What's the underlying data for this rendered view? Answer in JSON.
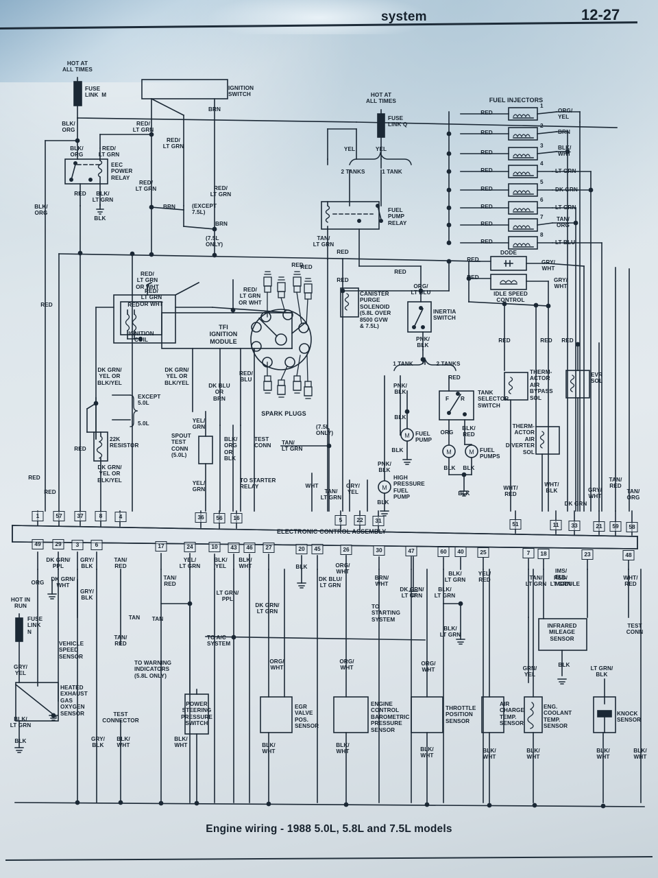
{
  "header": {
    "title": "system",
    "page": "12-27"
  },
  "caption": "Engine wiring - 1988 5.0L, 5.8L and 7.5L models",
  "power": {
    "hot_all_times_1": "HOT AT\nALL TIMES",
    "fuse_link_m": "FUSE\nLINK  M",
    "hot_all_times_2": "HOT AT\nALL TIMES",
    "fuse_link_q": "FUSE\nLINK Q",
    "hot_in_run": "HOT IN\nRUN",
    "fuse_link_n": "FUSE\nLINK\nN"
  },
  "components": {
    "ignition_switch": "IGNITION\nSWITCH",
    "eec_power_relay": "EEC\nPOWER\nRELAY",
    "fuel_pump_relay": "FUEL\nPUMP\nRELAY",
    "fuel_injectors": "FUEL INJECTORS",
    "diode": "DODE",
    "idle_speed_control": "IDLE SPEED\nCONTROL",
    "canister_purge": "CANISTER\nPURGE\nSOLENOID\n(5.8L OVER\n8500 GVW\n& 7.5L)",
    "inertia_switch": "INERTIA\nSWITCH",
    "ignition_coil": "IGNITION\nCOIL",
    "tfi_module": "TFI\nIGNITION\nMODULE",
    "spark_plugs": "SPARK PLUGS",
    "resistor_22k": "22K\nRESISTOR",
    "spout_test_conn": "SPOUT\nTEST\nCONN\n(5.0L)",
    "tank_selector": "TANK\nSELECTOR\nSWITCH",
    "tank_sel_f": "F",
    "tank_sel_r": "R",
    "fuel_pump": "FUEL\nPUMP",
    "fuel_pumps": "FUEL\nPUMPS",
    "hi_press_pump": "HIGH\nPRESSURE\nFUEL\nPUMP",
    "therm_bypass": "THERM-\nACTOR\nAIR\nBYPASS\nSOL",
    "therm_diverter": "THERM-\nACTOR\nAIR\nDIVERTER\nSOL",
    "evr_sol": "EVR\nSOL",
    "eca": "ELECTRONIC CONTROL ASSEMBLY",
    "ims_eul": "IMS/\nEUL\nMODULE",
    "infrared_mileage": "INFRARED\nMILEAGE\nSENSOR",
    "heated_o2": "HEATED\nEXHAUST\nGAS\nOXYGEN\nSENSOR",
    "vehicle_speed": "VEHICLE\nSPEED\nSENSOR",
    "test_connector": "TEST\nCONNECTOR",
    "power_steering": "POWER\nSTEERING\nPRESSURE\nSWITCH",
    "egr_valve": "EGR\nVALVE\nPOS.\nSENSOR",
    "baro_sensor": "ENGINE\nCONTROL\nBAROMETRIC\nPRESSURE\nSENSOR",
    "tps": "THROTTLE\nPOSITION\nSENSOR",
    "air_charge": "AIR\nCHARGE\nTEMP.\nSENSOR",
    "coolant_temp": "ENG.\nCOOLANT\nTEMP.\nSENSOR",
    "knock_sensor": "KNOCK\nSENSOR",
    "test_conn_right": "TEST\nCONN"
  },
  "notes": {
    "two_tanks_top": "2 TANKS",
    "one_tank_top": "1 TANK",
    "one_tank_mid": "1 TANK",
    "two_tanks_mid": "2 TANKS",
    "except_75": "(EXCEPT\n7.5L)",
    "only_75": "(7.5L\nONLY)",
    "only_75b": "(7.5L\nONLY)",
    "except_50": "EXCEPT\n5.0L",
    "only_50": "5.0L",
    "to_starter_relay": "TO STARTER\nRELAY",
    "to_starting_system": "TO\nSTARTING\nSYSTEM",
    "to_warning": "TO WARNING\nINDICATORS\n(5.8L ONLY)",
    "to_ac_system": "TO A/C\nSYSTEM",
    "test_conn_mid": "TEST\nCONN"
  },
  "injectors": [
    {
      "n": "1",
      "in": "RED",
      "out": "ORG/\nYEL"
    },
    {
      "n": "2",
      "in": "RED",
      "out": "BRN"
    },
    {
      "n": "3",
      "in": "RED",
      "out": "BLK/\nWHT"
    },
    {
      "n": "4",
      "in": "RED",
      "out": "LT GRN"
    },
    {
      "n": "5",
      "in": "RED",
      "out": "DK GRN"
    },
    {
      "n": "6",
      "in": "RED",
      "out": "LT GRN"
    },
    {
      "n": "7",
      "in": "RED",
      "out": "TAN/\nORG"
    },
    {
      "n": "8",
      "in": "RED",
      "out": "LT BLU"
    }
  ],
  "eca_pins_top": [
    "1",
    "57",
    "37",
    "8",
    "4",
    "36",
    "56",
    "16",
    "5",
    "22",
    "31",
    "51",
    "11",
    "33",
    "21",
    "59",
    "58"
  ],
  "eca_pins_bottom": [
    "49",
    "29",
    "3",
    "6",
    "17",
    "24",
    "10",
    "43",
    "46",
    "27",
    "20",
    "45",
    "26",
    "30",
    "47",
    "60",
    "40",
    "25",
    "7",
    "18",
    "23",
    "48"
  ],
  "wires": {
    "blk_org_a": "BLK/\nORG",
    "blk_org_b": "BLK/\nORG",
    "blk_org_c": "BLK/\nORG",
    "red_ltgrn_a": "RED/\nLT GRN",
    "red_ltgrn_b": "RED/\nLT GRN",
    "red_ltgrn_c": "RED/\nLT GRN",
    "red_ltgrn_d": "RED/\nLT GRN",
    "red_ltgrn_e": "RED/\nLT GRN",
    "red_ltgrn_f": "RED/\nLT GRN",
    "brn_sw": "BRN",
    "brn_a": "BRN",
    "brn_b": "BRN",
    "red_relay": "RED",
    "blk_ltgrn": "BLK/\nLT GRN",
    "blk_gnd": "BLK",
    "yel_a": "YEL",
    "yel_b": "YEL",
    "red_ltgrn_wht_a": "RED/\nLT GRN\nOR WHT",
    "red_ltgrn_wht_b": "RED/\nLT GRN\nOR WHT",
    "red_ltgrn_wht_c": "RED/\nLT GRN\nOR WHT",
    "tan_ltgrn_a": "TAN/\nLT GRN",
    "red_l1": "RED",
    "red_l2": "RED",
    "red_l3": "RED",
    "red_l4": "RED",
    "red_l5": "RED",
    "red_l6": "RED",
    "red_l7": "RED",
    "red_m1": "RED",
    "red_m2": "RED",
    "red_m3": "RED",
    "red_m4": "RED",
    "org_ltblu": "ORG/\nLT BLU",
    "pnk_blk_a": "PNK/\nBLK",
    "dkgrn_yel_a": "DK GRN/\nYEL OR\nBLK/YEL",
    "dkgrn_yel_b": "DK GRN/\nYEL OR\nBLK/YEL",
    "dkgrn_yel_c": "DK GRN/\nYEL OR\nBLK/YEL",
    "dk_blu_brn": "DK BLU\nOR\nBRN",
    "red_blu": "RED/\nBLU",
    "yel_grn_a": "YEL/\nGRN",
    "yel_grn_b": "YEL/\nGRN",
    "blk_org_blk": "BLK/\nORG\nOR\nBLK",
    "tan_ltgrn_b": "TAN/\nLT GRN",
    "tan_ltgrn_c": "TAN/\nLT GRN",
    "wht_a": "WHT",
    "gry_yel_a": "GRY/\nYEL",
    "pnk_blk_b": "PNK/\nBLK",
    "blk_b": "BLK",
    "blk_c": "BLK",
    "blk_d": "BLK",
    "red_tank": "RED",
    "org_pump": "ORG",
    "blk_red": "BLK/\nRED",
    "blk_e": "BLK",
    "blk_f": "BLK",
    "blk_g": "BLK",
    "blk_h": "BLK",
    "red_t1": "RED",
    "red_t2": "RED",
    "red_t3": "RED",
    "wht_red_a": "WHT/\nRED",
    "wht_blk": "WHT/\nBLK",
    "dk_grn_r": "DK GRN",
    "gry_wht_a": "GRY/\nWHT",
    "gry_wht_b": "GRY/\nWHT",
    "gry_wht_c": "GRY/\nWHT",
    "tan_red_r": "TAN/\nRED",
    "tan_org_r": "TAN/\nORG",
    "dkgrn_ppl": "DK GRN/\nPPL",
    "dkgrn_wht": "DK GRN/\nWHT",
    "gry_blk_a": "GRY/\nBLK",
    "gry_blk_b": "GRY/\nBLK",
    "gry_blk_c": "GRY/\nBLK",
    "org_a": "ORG",
    "gry_yel_b": "GRY/\nYEL",
    "blk_ltgrn_b": "BLK/\nLT GRN",
    "blk_i": "BLK",
    "tan_red_a": "TAN/\nRED",
    "tan_red_b": "TAN/\nRED",
    "tan_a": "TAN",
    "yel_ltgrn": "YEL/\nLT GRN",
    "ltgrn_ppl": "LT GRN/\nPPL",
    "blk_yel_a": "BLK/\nYEL",
    "blk_wht_a": "BLK/\nWHT",
    "blk_j": "BLK",
    "org_wht_a": "ORG/\nWHT",
    "dk_blu_ltgrn": "DK BLU/\nLT GRN",
    "brn_wht": "BRN/\nWHT",
    "dkgrn_ltgrn_a": "DK GRN/\nLT GRN",
    "dkgrn_ltgrn_b": "DK GRN/\nLT GRN",
    "blk_ltgrn_c": "BLK/\nLT GRN",
    "blk_ltgrn_d": "BLK/\nLT GRN",
    "blk_ltgrn_e": "BLK/\nLT GRN",
    "yel_red": "YEL/\nRED",
    "tan_ltgrn_d": "TAN/\nLT GRN",
    "red_ltgrn_g": "RED/\nLT GRN",
    "wht_red_b": "WHT/\nRED",
    "org_wht_b": "ORG/\nWHT",
    "org_wht_c": "ORG/\nWHT",
    "org_wht_d": "ORG/\nWHT",
    "grn_yel": "GRN/\nYEL",
    "blk_k": "BLK",
    "ltgrn_blk": "LT GRN/\nBLK",
    "gry_blk_d": "GRY/\nBLK",
    "blk_wht_b": "BLK/\nWHT",
    "blk_wht_c": "BLK/\nWHT",
    "bw1": "BLK/\nWHT",
    "bw2": "BLK/\nWHT",
    "bw3": "BLK/\nWHT",
    "bw4": "BLK/\nWHT",
    "bw5": "BLK/\nWHT",
    "bw6": "BLK/\nWHT",
    "bw7": "BLK/\nWHT",
    "bw8": "BLK/\nWHT",
    "bw9": "BLK/\nWHT",
    "bw10": "BLK/\nWHT"
  }
}
